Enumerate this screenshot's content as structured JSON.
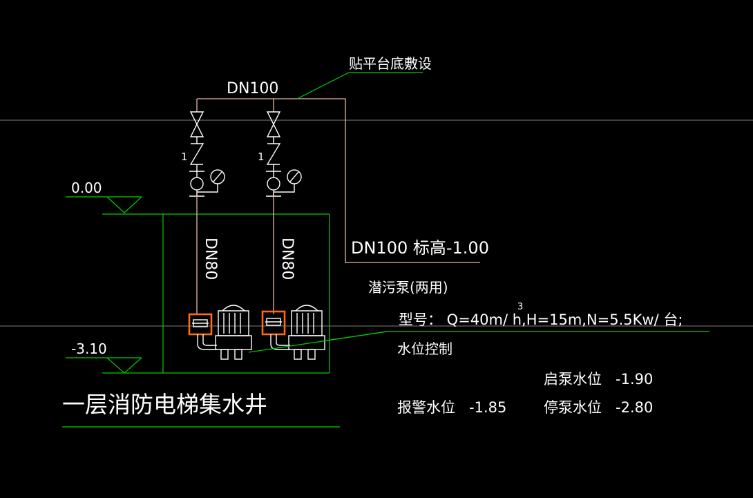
{
  "drawing": {
    "note_top": "贴平台底敷设",
    "pipe_main": "DN100",
    "pipe_branch_1": "DN80",
    "pipe_branch_2": "DN80",
    "valve_tag_1": "1",
    "valve_tag_2": "1",
    "outlet_label": "DN100 标高-1.00",
    "level_top": "0.00",
    "level_bottom": "-3.10",
    "pump_title": "潜污泵(两用)",
    "pump_spec": "型号： Q=40m/ h,H=15m,N=5.5Kw/ 台;",
    "pump_spec_sup": "3",
    "control_label": "水位控制",
    "start_level": "启泵水位   -1.90",
    "alarm_level": "报警水位   -1.85",
    "stop_level": "停泵水位   -2.80",
    "pit_title": "一层消防电梯集水井"
  },
  "colors": {
    "background": "#000000",
    "text": "#ffffff",
    "pipe": "#e8b8a8",
    "leader": "#00d000",
    "gridline": "#a8a8a8",
    "highlight": "#ff6a1a"
  }
}
